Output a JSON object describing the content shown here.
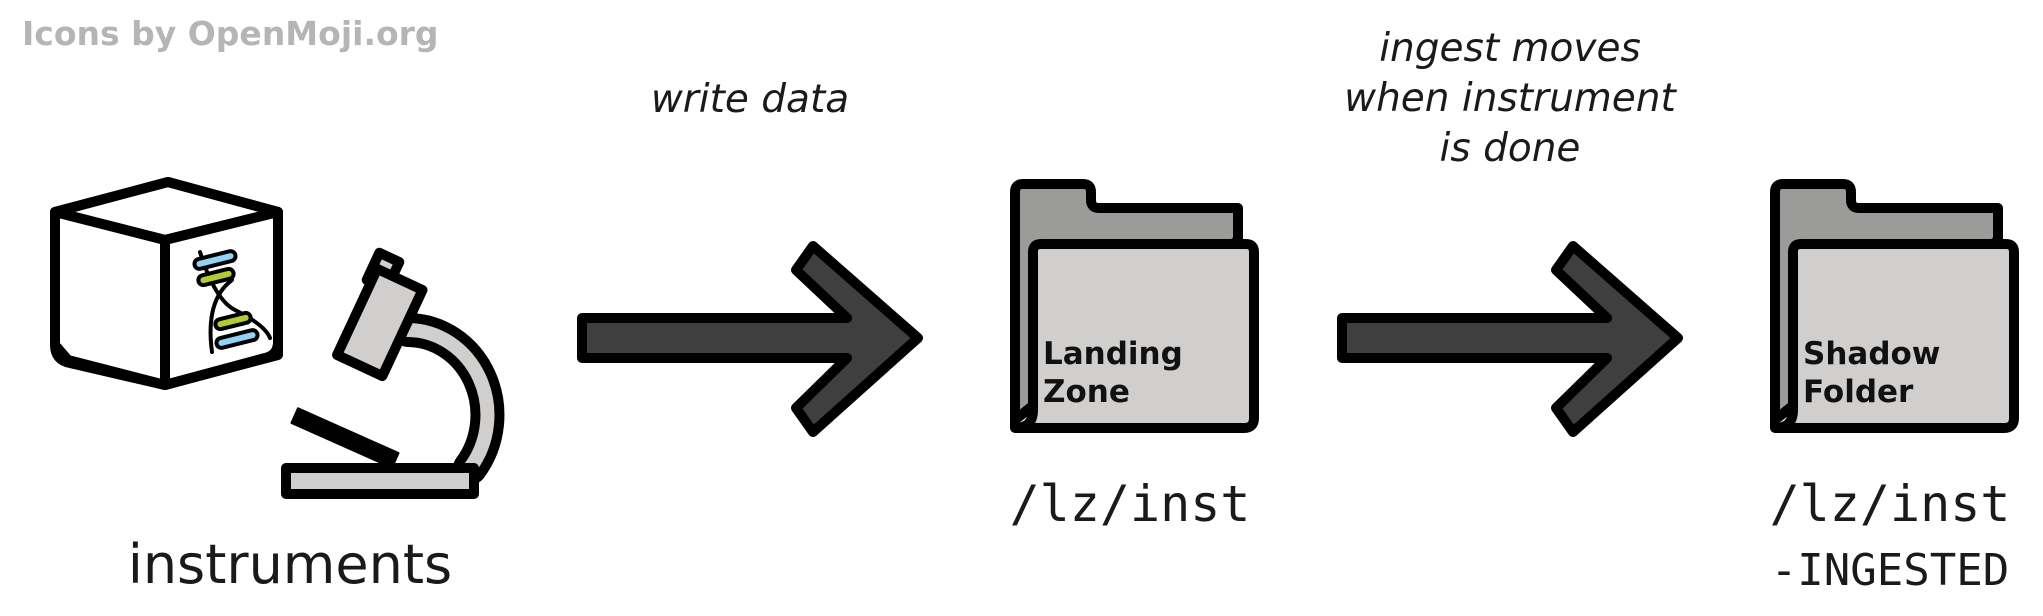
{
  "credit": "Icons by OpenMoji.org",
  "captions": {
    "write": "write data",
    "ingest_lines": [
      "ingest moves",
      "when instrument",
      "is done"
    ]
  },
  "nodes": {
    "instruments": {
      "label": "instruments",
      "icons": [
        "dna-box-icon",
        "microscope-icon"
      ]
    },
    "landing_zone": {
      "folder_text": [
        "Landing",
        "Zone"
      ],
      "path": "/lz/inst",
      "icon": "folder-icon"
    },
    "shadow_folder": {
      "folder_text": [
        "Shadow",
        "Folder"
      ],
      "path_lines": [
        "/lz/inst",
        "-INGESTED"
      ],
      "icon": "folder-icon"
    }
  },
  "edges": [
    {
      "from": "instruments",
      "to": "landing_zone",
      "icon": "arrow-right-icon"
    },
    {
      "from": "landing_zone",
      "to": "shadow_folder",
      "icon": "arrow-right-icon"
    }
  ],
  "colors": {
    "stroke": "#000000",
    "arrow_fill": "#3f3f3f",
    "folder_back": "#9b9b9a",
    "folder_front": "#d0cfce",
    "dna_blue": "#92d3f5",
    "dna_green": "#b1cc33",
    "credit_text": "#b5b5b5"
  }
}
